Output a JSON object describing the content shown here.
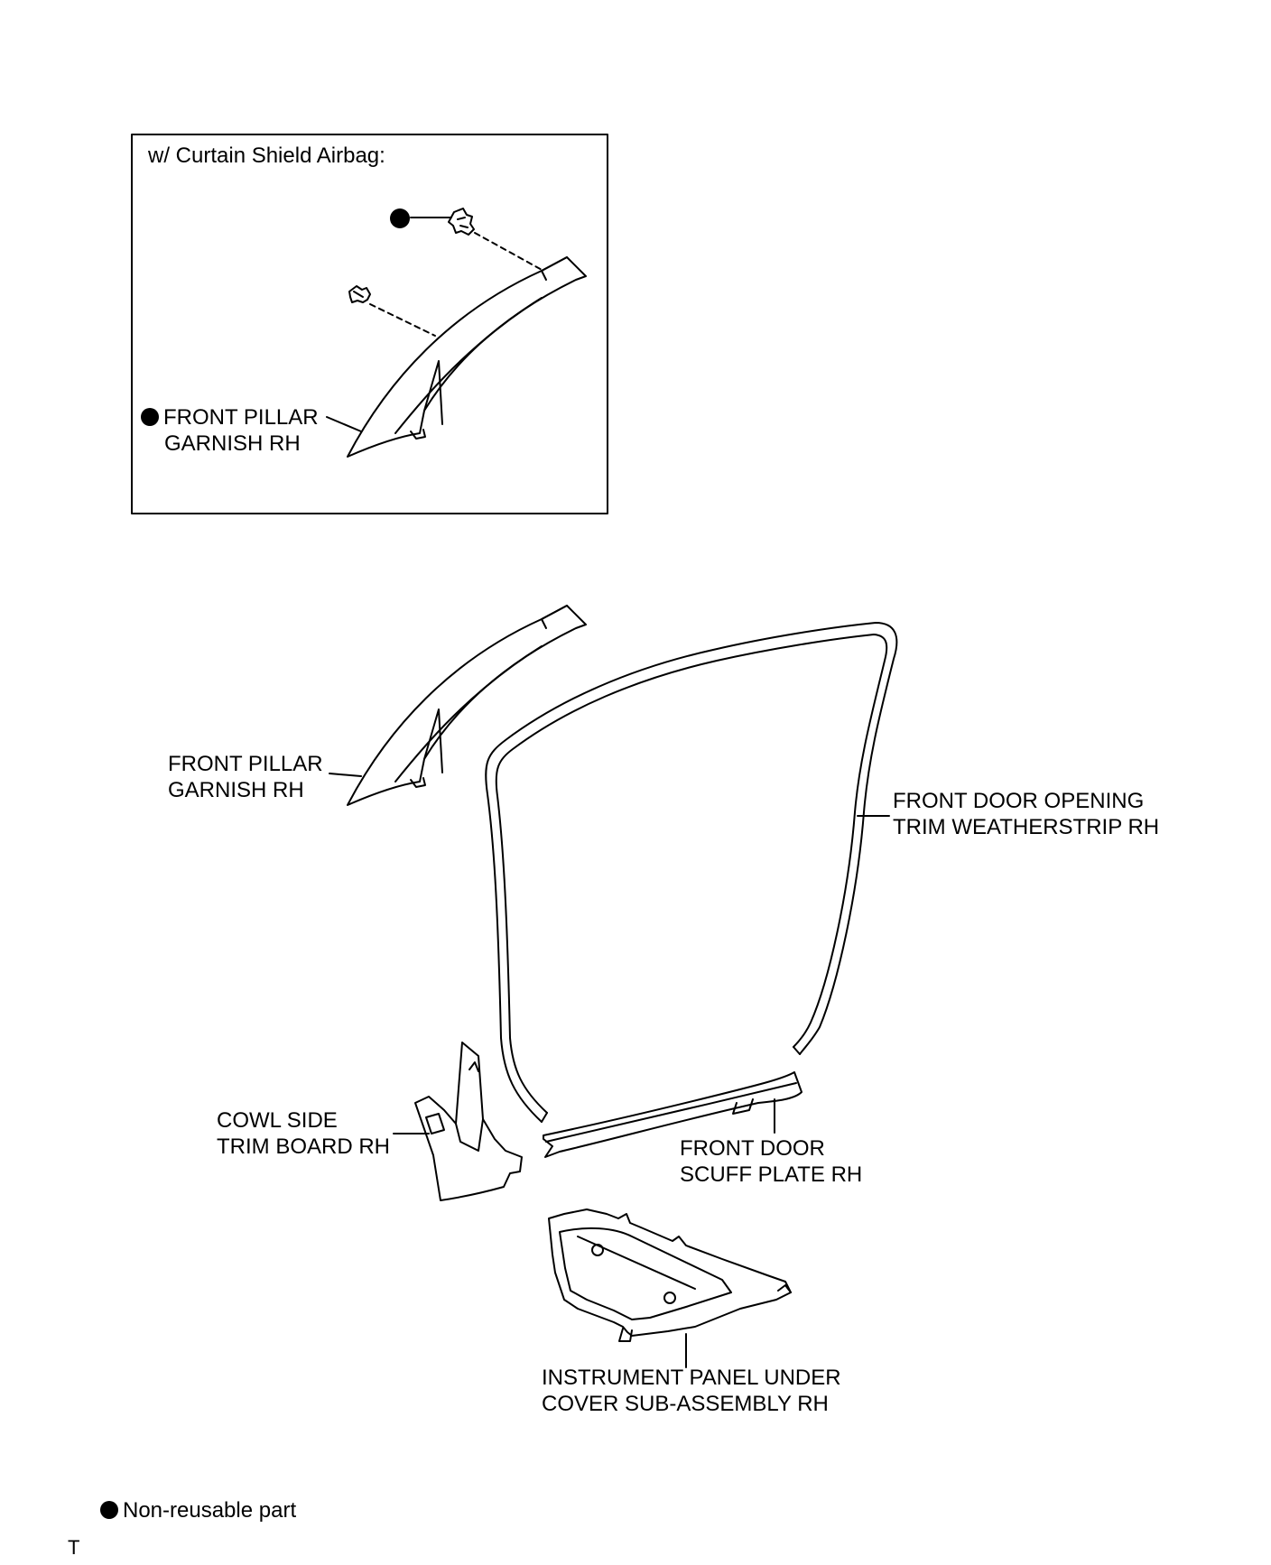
{
  "inset": {
    "title": "w/ Curtain Shield Airbag:",
    "label_line1": "FRONT PILLAR",
    "label_line2": "GARNISH RH"
  },
  "labels": {
    "pillar_line1": "FRONT PILLAR",
    "pillar_line2": "GARNISH RH",
    "weatherstrip_line1": "FRONT DOOR OPENING",
    "weatherstrip_line2": "TRIM WEATHERSTRIP RH",
    "cowl_line1": "COWL SIDE",
    "cowl_line2": "TRIM BOARD RH",
    "scuff_line1": "FRONT DOOR",
    "scuff_line2": "SCUFF PLATE RH",
    "panel_line1": "INSTRUMENT PANEL UNDER",
    "panel_line2": "COVER SUB-ASSEMBLY RH"
  },
  "legend": {
    "text": "Non-reusable part"
  },
  "corner_mark": "T",
  "icons": {
    "non_reusable": "filled-circle-icon"
  },
  "colors": {
    "ink": "#000000",
    "paper": "#ffffff"
  }
}
